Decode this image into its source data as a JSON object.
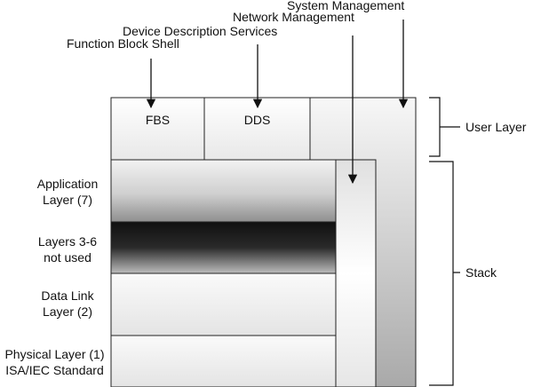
{
  "top_labels": {
    "system_management": "System Management",
    "network_management": "Network Management",
    "device_description_services": "Device Description Services",
    "function_block_shell": "Function Block Shell"
  },
  "boxes": {
    "fbs": "FBS",
    "dds": "DDS"
  },
  "layers": {
    "application": [
      "Application",
      "Layer (7)"
    ],
    "layers_3_6": [
      "Layers 3-6",
      "not used"
    ],
    "data_link": [
      "Data Link",
      "Layer (2)"
    ],
    "physical": [
      "Physical Layer (1)",
      "ISA/IEC Standard"
    ]
  },
  "brackets": {
    "user_layer": "User Layer",
    "stack": "Stack"
  }
}
